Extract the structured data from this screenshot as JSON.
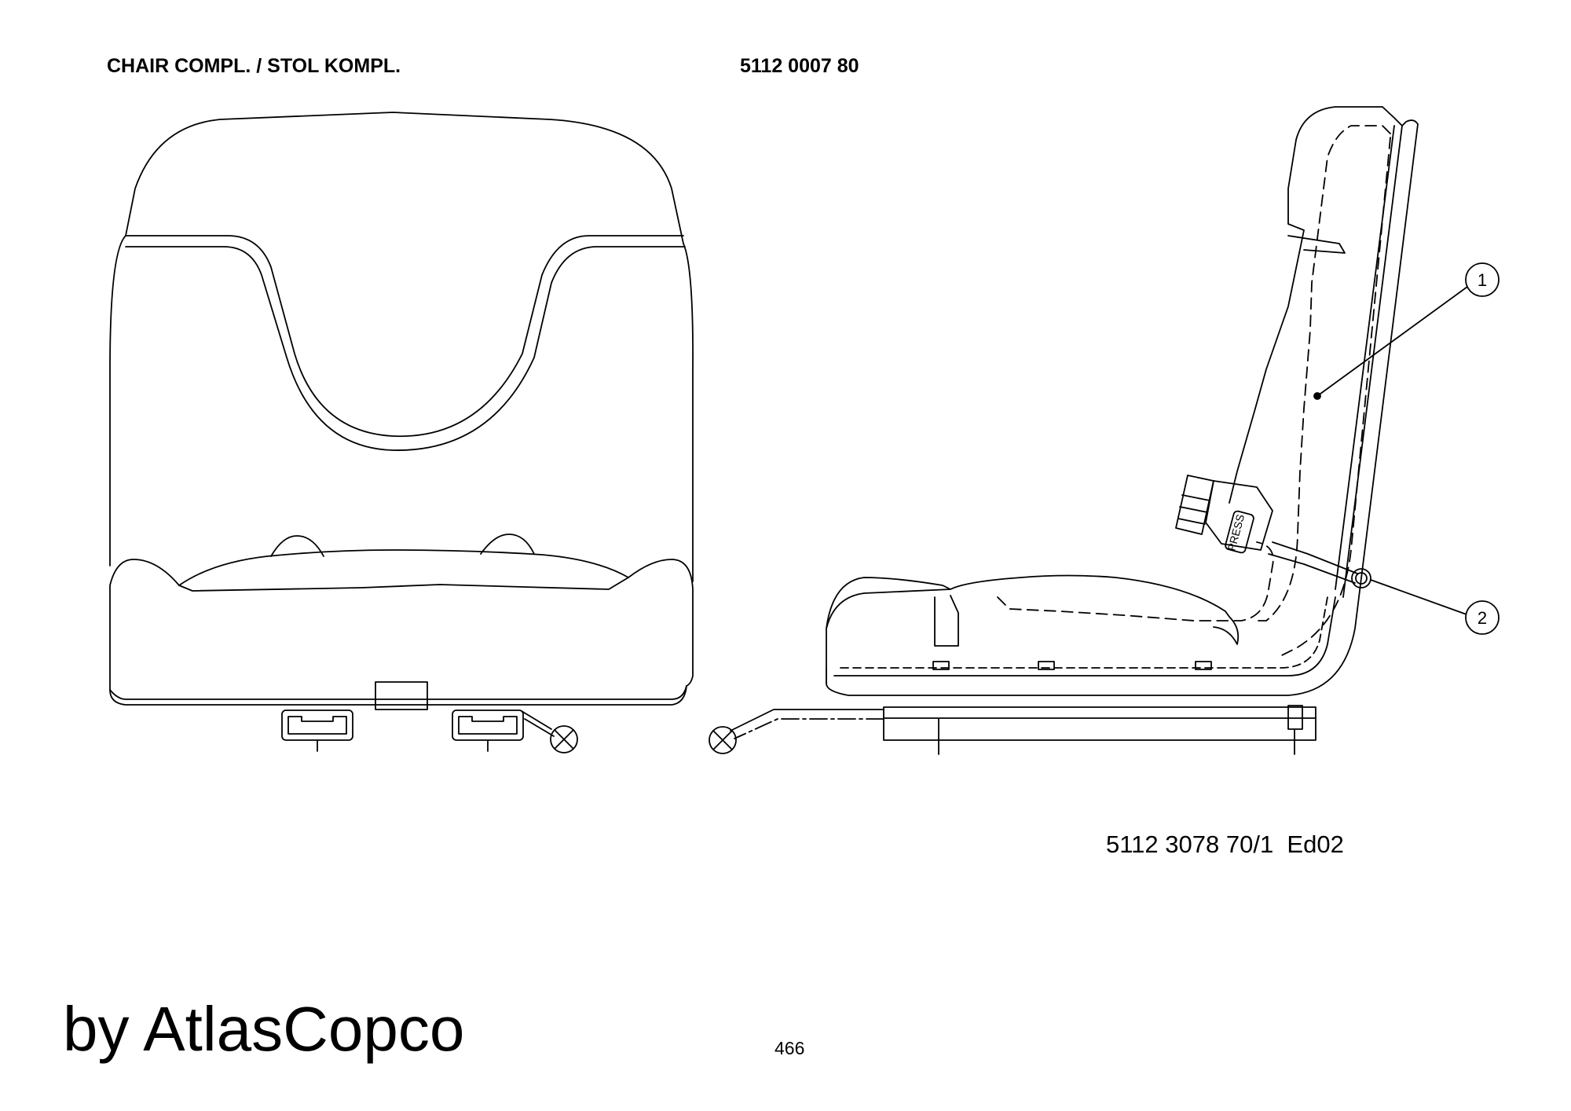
{
  "header": {
    "title": "CHAIR COMPL. / STOL KOMPL.",
    "part_number": "5112 0007 80"
  },
  "callouts": [
    {
      "label": "1"
    },
    {
      "label": "2"
    }
  ],
  "buckle_label": "PRESS",
  "footer": {
    "document_ref": "5112 3078 70/1  Ed02",
    "brand": "by AtlasCopco",
    "page_number": "466"
  }
}
